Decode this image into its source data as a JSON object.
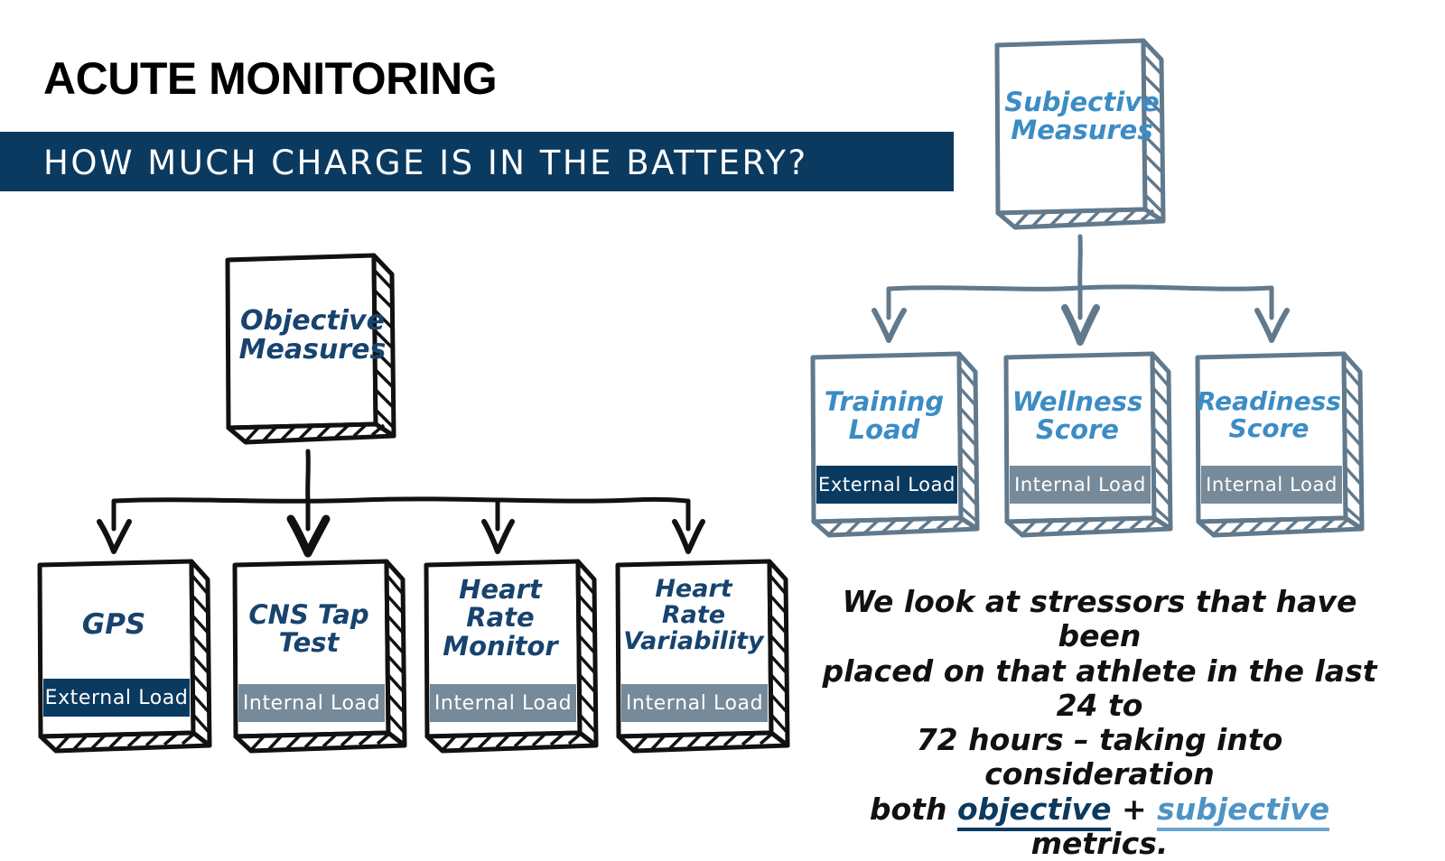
{
  "header": {
    "title": "ACUTE MONITORING",
    "subtitle": "HOW MUCH CHARGE IS IN THE BATTERY?",
    "band_color": "#0B3A60"
  },
  "colors": {
    "navy": "#0B3A60",
    "slate_gray": "#768A99",
    "light_blue_text": "#3C8CC4",
    "dark_blue_text": "#17436E",
    "black_outline": "#111111",
    "slate_outline": "#61798C"
  },
  "labels": {
    "external_load": "External Load",
    "internal_load": "Internal Load"
  },
  "objective_branch": {
    "root": {
      "label": "Objective\nMeasures"
    },
    "children": [
      {
        "label": "GPS",
        "band": "External Load",
        "band_type": "external"
      },
      {
        "label": "CNS Tap\nTest",
        "band": "Internal Load",
        "band_type": "internal"
      },
      {
        "label": "Heart\nRate\nMonitor",
        "band": "Internal Load",
        "band_type": "internal"
      },
      {
        "label": "Heart\nRate\nVariability",
        "band": "Internal Load",
        "band_type": "internal"
      }
    ]
  },
  "subjective_branch": {
    "root": {
      "label": "Subjective\nMeasures"
    },
    "children": [
      {
        "label": "Training\nLoad",
        "band": "External Load",
        "band_type": "external"
      },
      {
        "label": "Wellness\nScore",
        "band": "Internal Load",
        "band_type": "internal"
      },
      {
        "label": "Readiness\nScore",
        "band": "Internal Load",
        "band_type": "internal"
      }
    ]
  },
  "caption": {
    "line1": "We look at stressors that have been",
    "line2": "placed on that athlete in the last 24 to",
    "line3": "72 hours – taking into consideration",
    "line4_pre": "both ",
    "line4_kw1": "objective",
    "line4_mid": " + ",
    "line4_kw2": "subjective",
    "line4_post": " metrics."
  }
}
